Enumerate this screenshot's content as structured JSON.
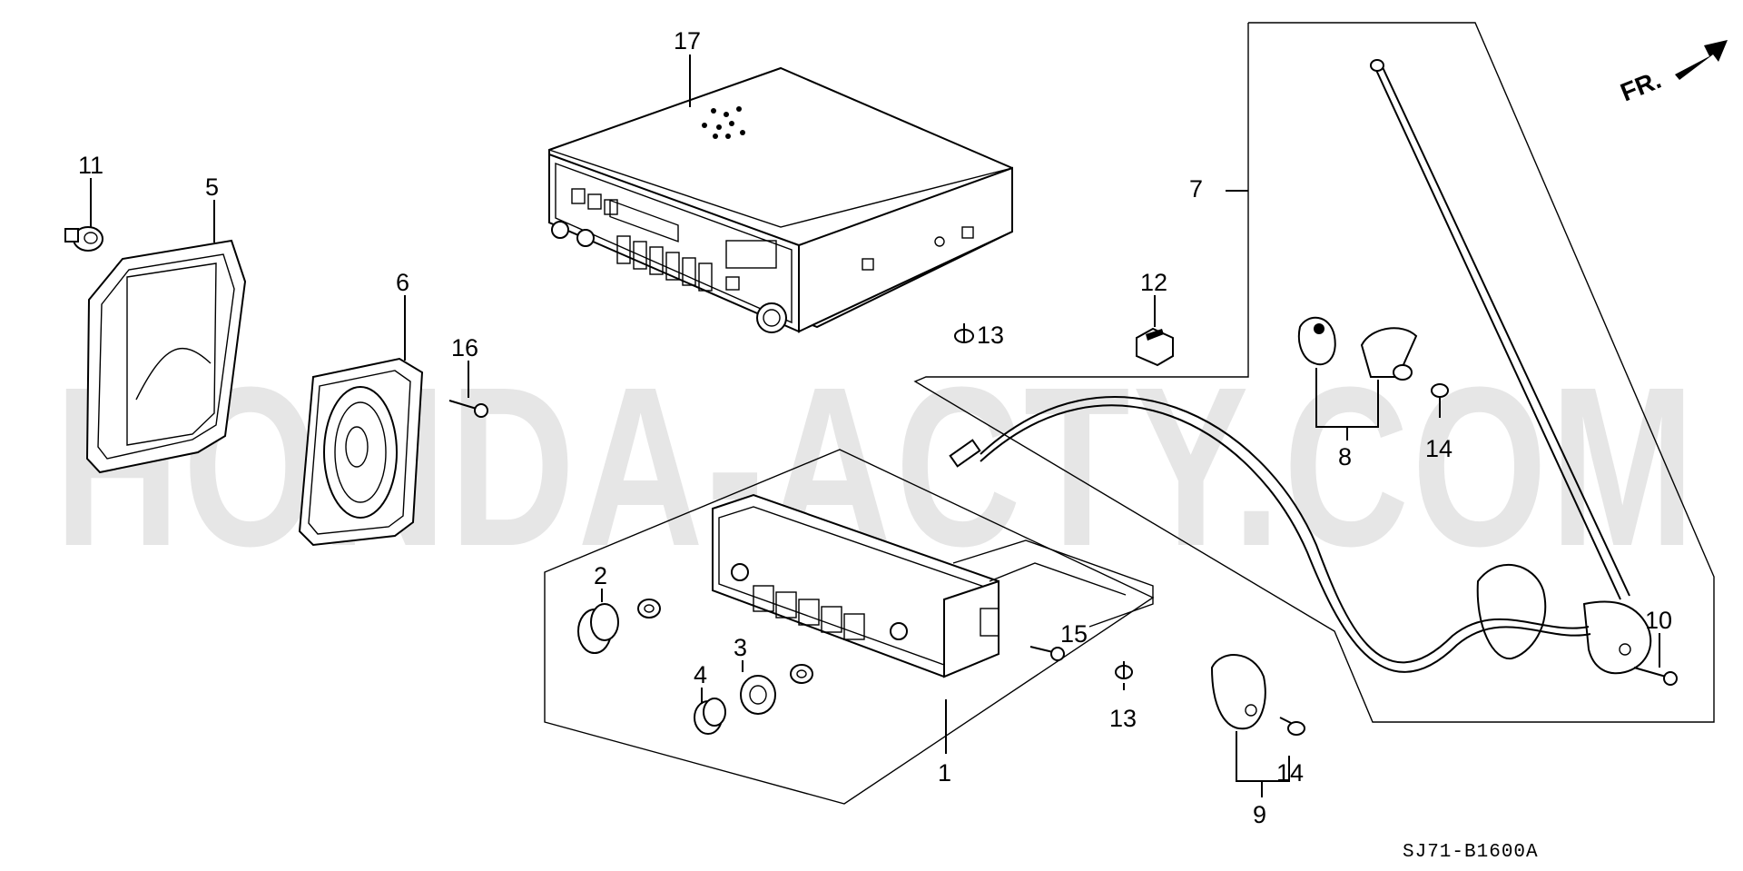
{
  "watermark": "HONDA-ACTY.COM",
  "diagram_code": "SJ71-B1600A",
  "direction_label": "FR.",
  "callouts": [
    {
      "id": "c1",
      "label": "1"
    },
    {
      "id": "c2",
      "label": "2"
    },
    {
      "id": "c3",
      "label": "3"
    },
    {
      "id": "c4",
      "label": "4"
    },
    {
      "id": "c5",
      "label": "5"
    },
    {
      "id": "c6",
      "label": "6"
    },
    {
      "id": "c7",
      "label": "7"
    },
    {
      "id": "c8",
      "label": "8"
    },
    {
      "id": "c9",
      "label": "9"
    },
    {
      "id": "c10",
      "label": "10"
    },
    {
      "id": "c11",
      "label": "11"
    },
    {
      "id": "c12",
      "label": "12"
    },
    {
      "id": "c13a",
      "label": "13"
    },
    {
      "id": "c13b",
      "label": "13"
    },
    {
      "id": "c14a",
      "label": "14"
    },
    {
      "id": "c14b",
      "label": "14"
    },
    {
      "id": "c15",
      "label": "15"
    },
    {
      "id": "c16",
      "label": "16"
    },
    {
      "id": "c17",
      "label": "17"
    }
  ]
}
